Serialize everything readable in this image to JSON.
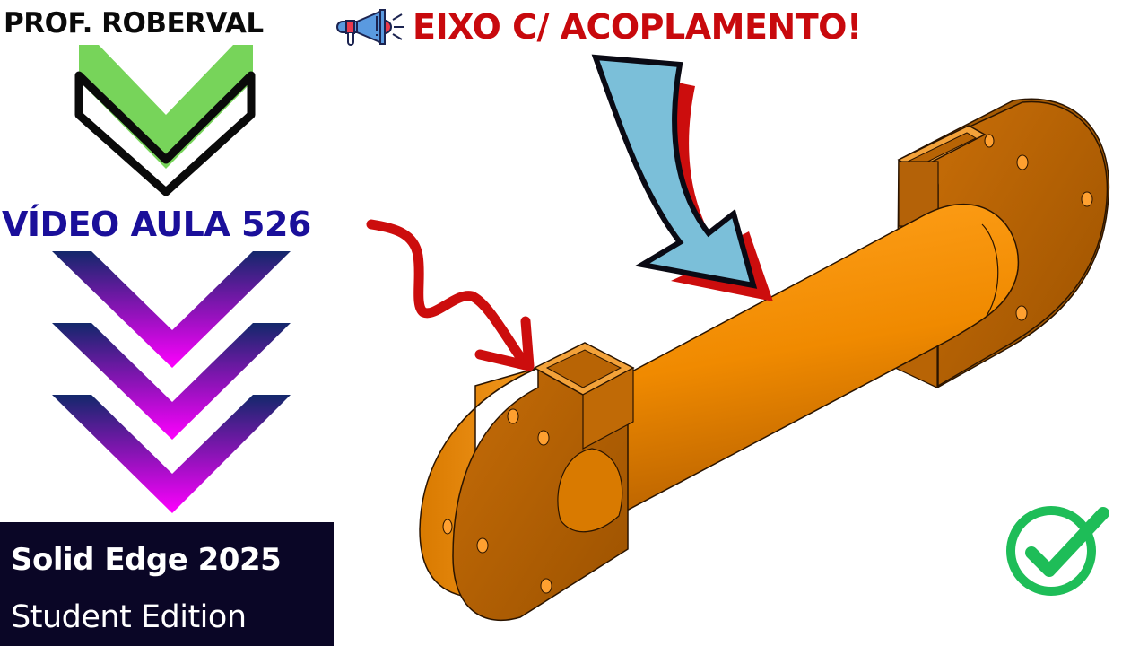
{
  "header": {
    "author": "PROF. ROBERVAL",
    "author_icon": "megaphone-icon",
    "headline": "EIXO C/ ACOPLAMENTO!"
  },
  "lesson": {
    "label": "VÍDEO AULA 526"
  },
  "branding": {
    "line1": "Solid Edge 2025",
    "line2": "Student Edition"
  },
  "decorations": {
    "top_chevron": "chevron-down-icon",
    "triple_chevron": "triple-chevron-down-icon",
    "curved_arrow": "curved-arrow-icon",
    "squiggle_arrow": "squiggle-arrow-icon",
    "check_badge": "check-circle-icon"
  },
  "model": {
    "description": "3D CAD model of a shaft with coupling flanges",
    "part_color": "#f08a00"
  },
  "colors": {
    "headline": "#c8090d",
    "lesson": "#1a0f9a",
    "author": "#0a0a0a",
    "brand_bg": "#0a0626",
    "chevron_green": "#77d45a",
    "chevron_grad_top": "#13286b",
    "chevron_grad_bottom": "#ff00ff",
    "arrow_blue": "#7bbfd9",
    "arrow_red": "#cc0d0d",
    "check_green": "#1ebd58"
  }
}
